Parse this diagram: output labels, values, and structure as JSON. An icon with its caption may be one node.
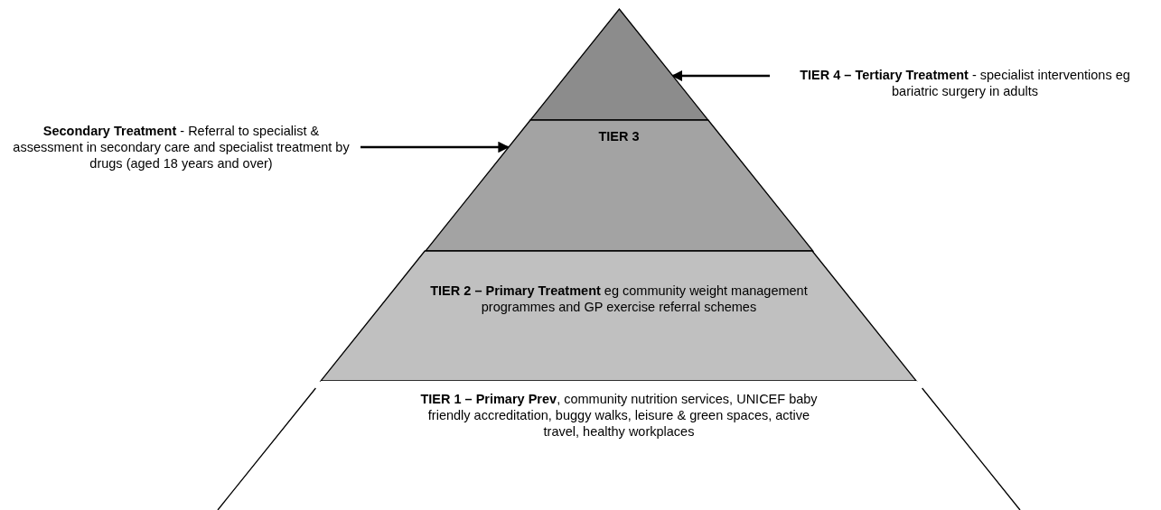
{
  "diagram": {
    "nodes": [
      {
        "text": [],
        "shape": "triangle"
      },
      {
        "text": [
          "**TIER 4 – Tertiary Treatment** - specialist interventions eg bariatric surgery in adults"
        ]
      },
      {
        "text": [
          "**Secondary Treatment** - Referral to specialist & assessment in secondary care and specialist treatment by drugs (aged 18 years and over)"
        ]
      },
      {
        "text": [
          "TIER 3"
        ]
      },
      {
        "text": [
          "**TIER 2 – Primary Treatment** eg community weight management programmes and GP exercise referral schemes"
        ]
      },
      {
        "text": [
          "**TIER 1 – Primary Prev**, community nutrition services, UNICEF baby friendly accreditation, buggy walks, leisure & green spaces, active travel, healthy workplaces"
        ]
      }
    ],
    "edges": [
      {
        "from": 1,
        "to": 0,
        "arrow": "to"
      },
      {
        "from": 2,
        "to": 3,
        "arrow": "to"
      }
    ]
  }
}
